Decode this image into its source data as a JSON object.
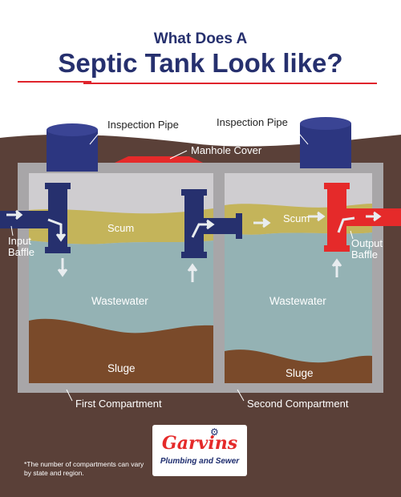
{
  "header": {
    "title_line1": "What Does A",
    "title_line2": "Septic Tank Look like?"
  },
  "labels": {
    "inspection_pipe_left": "Inspection Pipe",
    "inspection_pipe_right": "Inspection Pipe",
    "manhole_cover": "Manhole Cover",
    "input_baffle": "Input\nBaffle",
    "output_baffle": "Output\nBaffle",
    "scum_left": "Scum",
    "scum_right": "Scum",
    "wastewater_left": "Wastewater",
    "wastewater_right": "Wastewater",
    "sludge_left": "Sluge",
    "sludge_right": "Sluge",
    "first_compartment": "First Compartment",
    "second_compartment": "Second Compartment"
  },
  "footnote": "*The number of compartments can vary by state and region.",
  "logo": {
    "brand": "Garvins",
    "tagline": "Plumbing and Sewer"
  },
  "colors": {
    "soil": "#5a4038",
    "tank_wall": "#a8a6a8",
    "water": "#94b2b4",
    "scum": "#c4b45a",
    "sludge": "#7a4a2a",
    "pipe_blue": "#26306e",
    "pipe_red": "#e52a2a",
    "title_navy": "#26306e"
  }
}
